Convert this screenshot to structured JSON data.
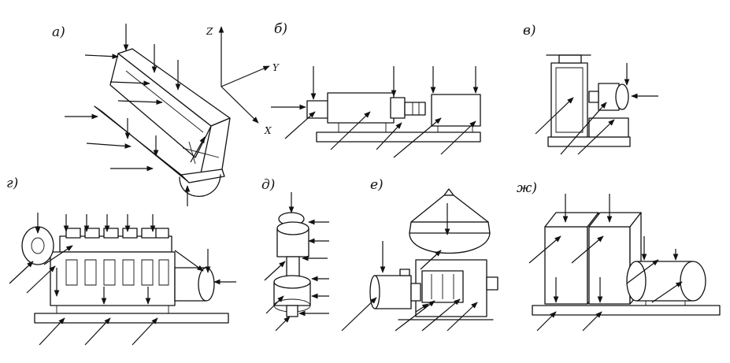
{
  "panels": {
    "a": {
      "label": "а)"
    },
    "b": {
      "label": "б)"
    },
    "v": {
      "label": "в)"
    },
    "g": {
      "label": "г)"
    },
    "d": {
      "label": "д)"
    },
    "e": {
      "label": "е)"
    },
    "zh": {
      "label": "ж)"
    }
  },
  "axes": {
    "z": "Z",
    "y": "Y",
    "x": "X"
  }
}
